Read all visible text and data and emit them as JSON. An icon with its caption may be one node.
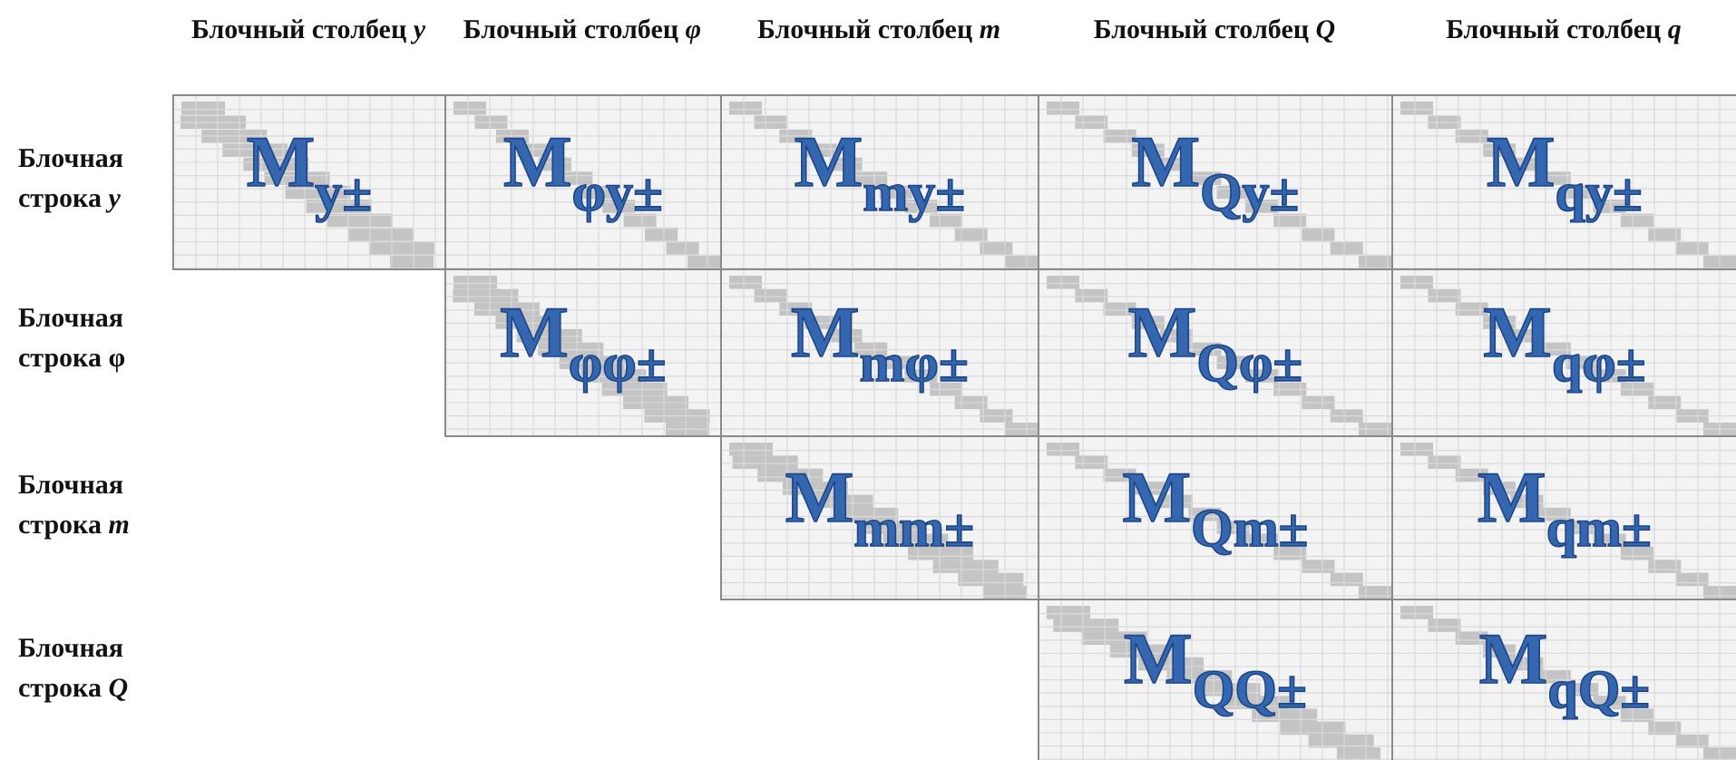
{
  "diagram": {
    "nodes": [
      {
        "text": [
          "M$_{y±}$"
        ]
      },
      {
        "text": [
          "M$_{φy±}$"
        ]
      },
      {
        "text": [
          "M$_{my±}$"
        ]
      },
      {
        "text": [
          "M$_{Qy±}$"
        ]
      },
      {
        "text": [
          "M$_{qy±}$"
        ]
      },
      {
        "text": [
          "M$_{φφ±}$"
        ]
      },
      {
        "text": [
          "M$_{mφ±}$"
        ]
      },
      {
        "text": [
          "M$_{Qφ±}$"
        ]
      },
      {
        "text": [
          "M$_{qφ±}$"
        ]
      },
      {
        "text": [
          "M$_{mm±}$"
        ]
      },
      {
        "text": [
          "M$_{Qm±}$"
        ]
      },
      {
        "text": [
          "M$_{qm±}$"
        ]
      },
      {
        "text": [
          "M$_{QQ±}$"
        ]
      },
      {
        "text": [
          "M$_{qQ±}$"
        ]
      }
    ],
    "labels": [
      "Блочный столбец *y*",
      "Блочный столбец *φ*",
      "Блочный столбец *m*",
      "Блочный столбец *Q*",
      "Блочный столбец *q*",
      "Блочная строка *y*",
      "Блочная строка φ",
      "Блочная строка *m*",
      "Блочная строка *Q*"
    ]
  }
}
